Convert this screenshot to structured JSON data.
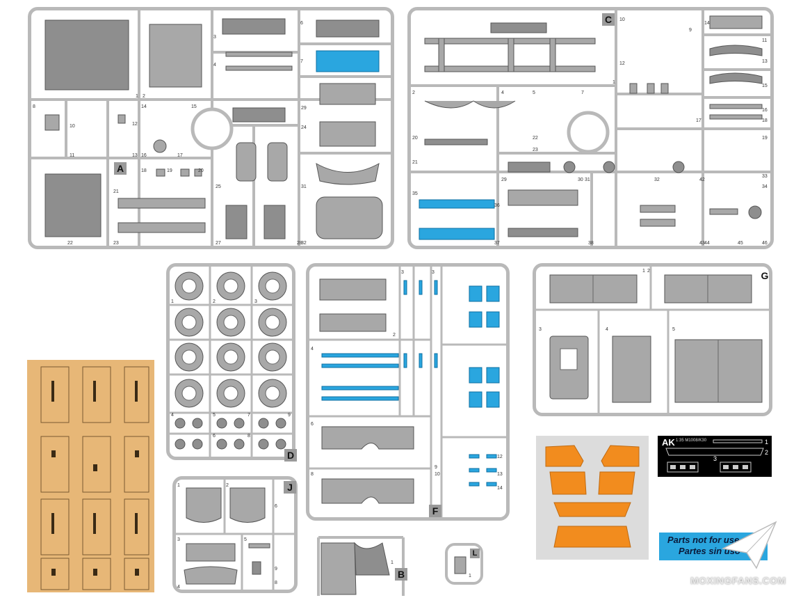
{
  "sprues": {
    "A": {
      "letter": "A"
    },
    "B": {
      "letter": "B"
    },
    "C": {
      "letter": "C"
    },
    "D": {
      "letter": "D"
    },
    "F": {
      "letter": "F"
    },
    "G": {
      "letter": "G"
    },
    "J": {
      "letter": "J"
    },
    "L": {
      "letter": "L"
    }
  },
  "photo_etch": {
    "brand": "AK",
    "model": "1:35 M1008/K30"
  },
  "not_for_use": {
    "line1": "Parts not for use",
    "line2": "Partes sin uso"
  },
  "watermark": {
    "text": "MOXINGFANS.COM"
  },
  "colors": {
    "sprue": "#b9b9b9",
    "clear_parts": "#2aa6df",
    "masks": "#f28c1e",
    "cardboard": "#e7b777"
  }
}
